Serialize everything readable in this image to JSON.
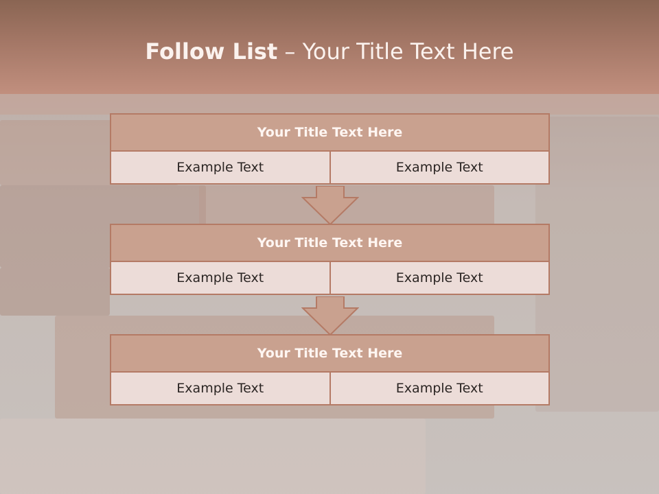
{
  "header": {
    "title_bold": "Follow List",
    "title_rest": " – Your Title Text Here"
  },
  "steps": [
    {
      "title": "Your Title Text Here",
      "left": "Example Text",
      "right": "Example Text"
    },
    {
      "title": "Your Title Text Here",
      "left": "Example Text",
      "right": "Example Text"
    },
    {
      "title": "Your Title Text Here",
      "left": "Example Text",
      "right": "Example Text"
    }
  ],
  "colors": {
    "header_dark": "#8a6553",
    "header_light": "#c18f7e",
    "box_fill": "#c9a18f",
    "box_border": "#b47a65",
    "cell_fill": "#ecdcd8",
    "arrow_fill": "#c9a18f"
  }
}
